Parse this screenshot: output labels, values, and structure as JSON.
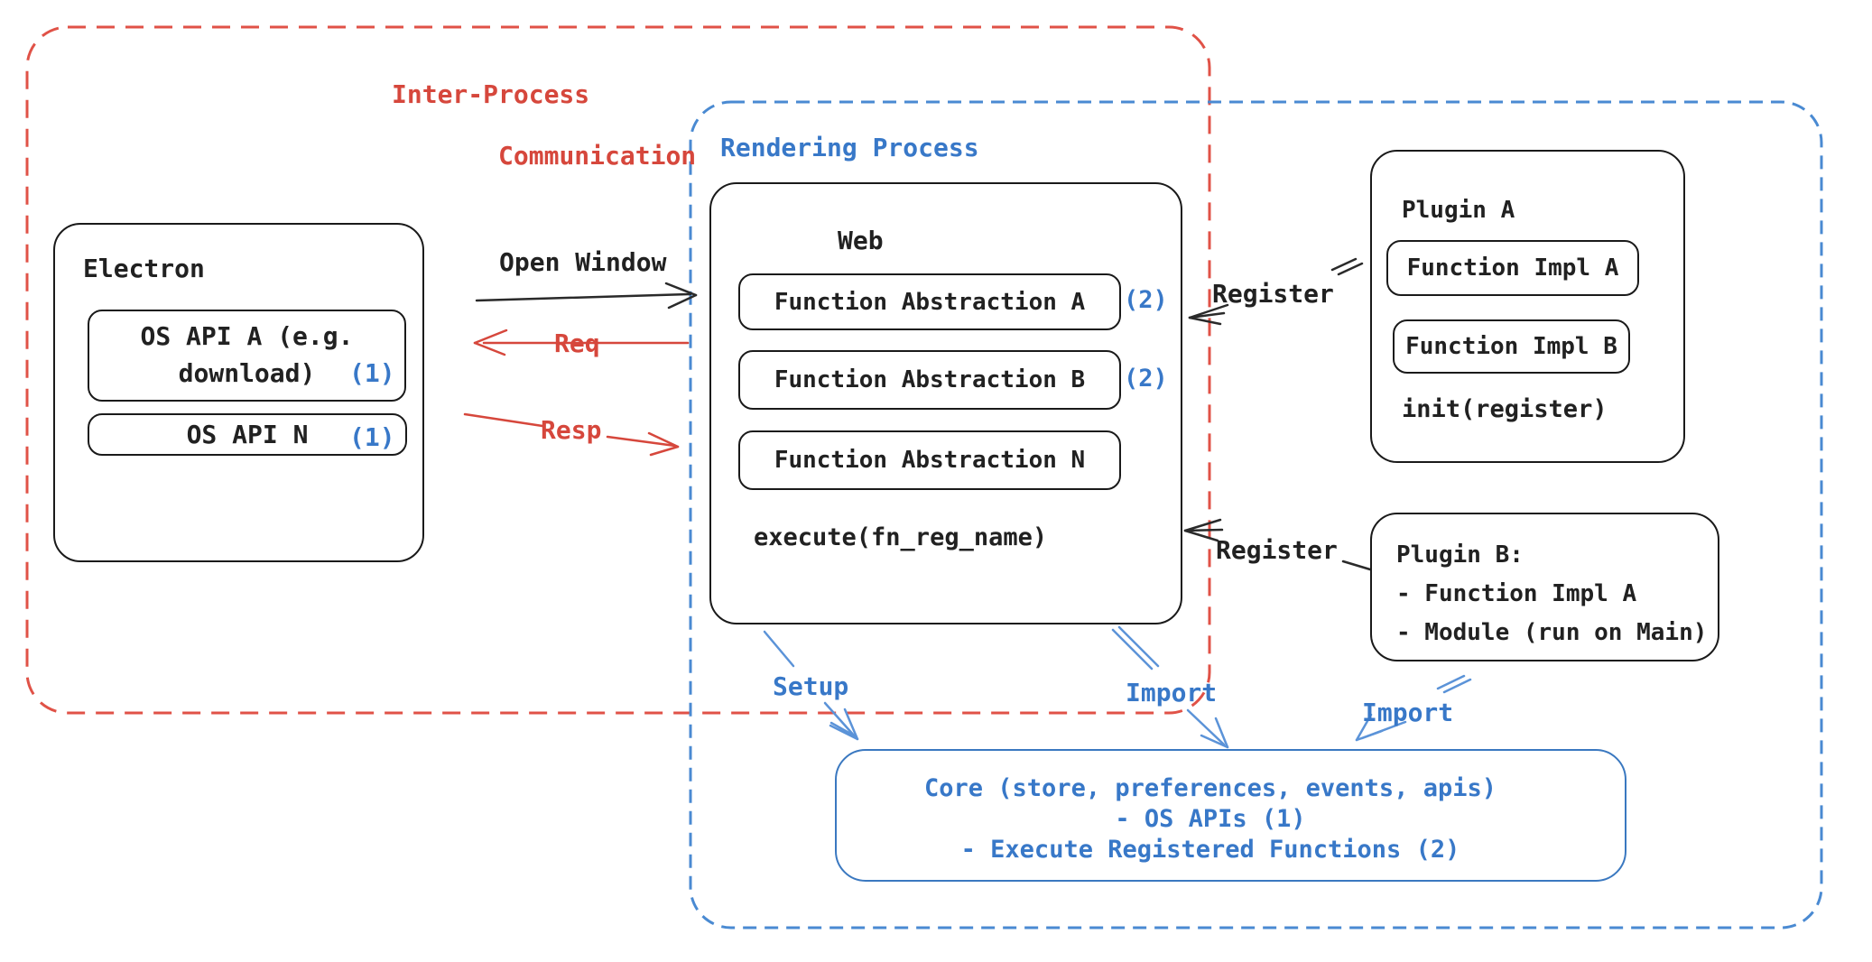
{
  "diagram": {
    "ipc": {
      "label_line1": "Inter-Process",
      "label_line2": "Communication",
      "border_color": "#e05247",
      "text_color": "#d6473c"
    },
    "rendering": {
      "label": "Rendering Process",
      "border_color": "#4a8ad2",
      "text_color": "#3878c8"
    },
    "electron": {
      "title": "Electron",
      "os_api_a_line1": "OS API A (e.g.",
      "os_api_a_line2": "download)",
      "os_api_a_badge": "(1)",
      "os_api_n_label": "OS API N",
      "os_api_n_badge": "(1)"
    },
    "web": {
      "title": "Web",
      "fn_a_label": "Function Abstraction A",
      "fn_a_badge": "(2)",
      "fn_b_label": "Function Abstraction B",
      "fn_b_badge": "(2)",
      "fn_n_label": "Function Abstraction N",
      "execute_label": "execute(fn_reg_name)"
    },
    "plugin_a": {
      "title": "Plugin A",
      "impl_a": "Function Impl A",
      "impl_b": "Function Impl B",
      "init": "init(register)"
    },
    "plugin_b": {
      "title": "Plugin B:",
      "item1": "- Function Impl A",
      "item2": "- Module (run on Main)"
    },
    "core": {
      "line1": "Core (store, preferences, events, apis)",
      "line2": "- OS APIs (1)",
      "line3": "- Execute Registered Functions (2)",
      "text_color": "#3878c8"
    },
    "arrows": {
      "open_window": "Open Window",
      "req": "Req",
      "resp": "Resp",
      "register_top": "Register",
      "register_bottom": "Register",
      "setup": "Setup",
      "import_web": "Import",
      "import_plugin": "Import"
    }
  }
}
